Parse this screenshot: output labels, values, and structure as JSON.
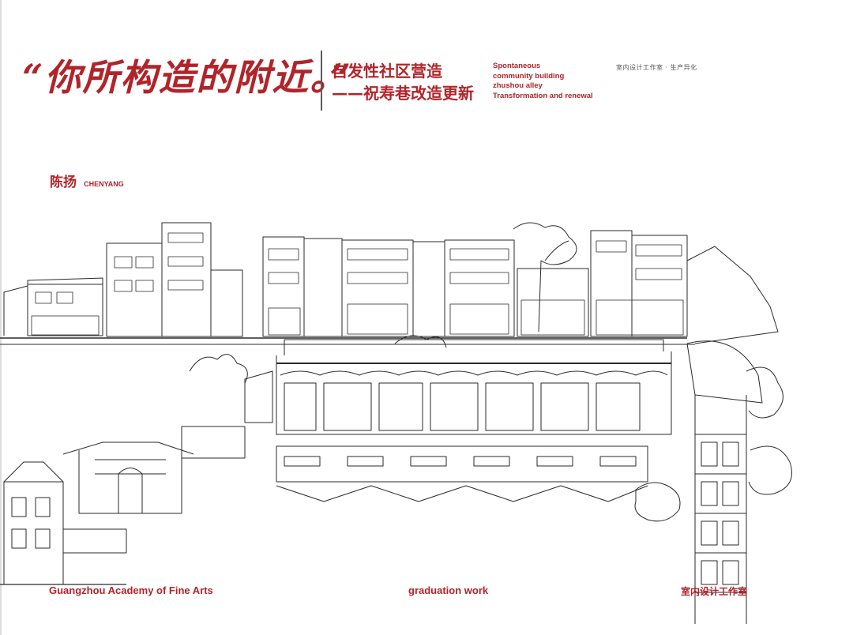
{
  "header": {
    "title_cn": "“你所构造的附近。”",
    "subtitle_cn_line1": "自发性社区营造",
    "subtitle_cn_line2": "——祝寿巷改造更新",
    "subtitle_en_line1": "Spontaneous",
    "subtitle_en_line2": "community building",
    "subtitle_en_line3": "zhushou alley",
    "subtitle_en_line4": "Transformation and renewal",
    "studio_label": "室内设计工作室 · 生产异化"
  },
  "author": {
    "name_cn": "陈扬",
    "name_en": "CHENYANG"
  },
  "footer": {
    "school": "Guangzhou Academy of Fine Arts",
    "work": "graduation work",
    "studio": "室内设计工作室"
  },
  "colors": {
    "accent_red": "#b1242a",
    "ink": "#2a2a2a",
    "background": "#ffffff"
  }
}
